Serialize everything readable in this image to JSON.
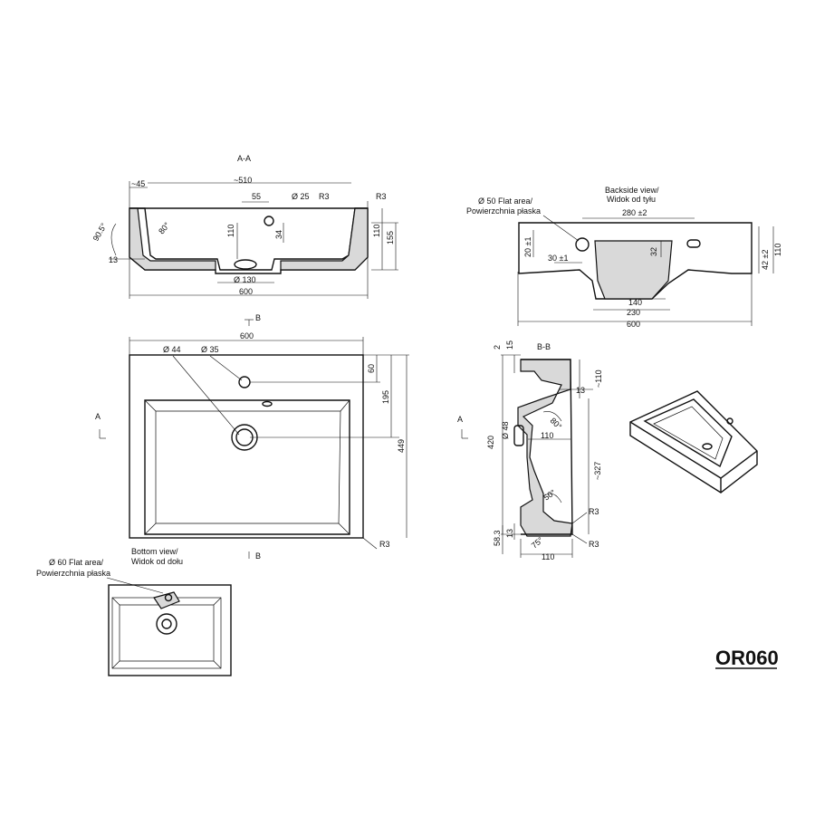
{
  "model": "OR060",
  "section_aa": {
    "title": "A-A",
    "dims": [
      "~45",
      "~510",
      "55",
      "Ø 25",
      "R3",
      "R3",
      "90.5°",
      "80°",
      "110",
      "34",
      "110",
      "155",
      "13",
      "Ø 130",
      "600"
    ]
  },
  "back_view": {
    "title_line1": "Backside  view/",
    "title_line2": "Widok od tyłu",
    "note_line1": "Ø 50 Flat area/",
    "note_line2": "Powierzchnia płaska",
    "dims": [
      "280 ±2",
      "20 ±1",
      "30 ±1",
      "32",
      "42 ±2",
      "110",
      "140",
      "230",
      "600"
    ]
  },
  "top_view": {
    "section_marker": "B",
    "section_marker_a": "A",
    "dims": [
      "600",
      "Ø 44",
      "Ø 35",
      "60",
      "195",
      "449",
      "R3"
    ]
  },
  "section_bb": {
    "title": "B-B",
    "dims": [
      "2",
      "15",
      "~110",
      "13",
      "Ø 48",
      "420",
      "110",
      "80°",
      "~327",
      "50°",
      "R3",
      "58.3",
      "13",
      "75°",
      "R3",
      "110"
    ]
  },
  "bottom_view": {
    "note_line1": "Ø 60 Flat area/",
    "note_line2": "Powierzchnia płaska",
    "title_line1": "Bottom view/",
    "title_line2": "Widok od dołu"
  }
}
